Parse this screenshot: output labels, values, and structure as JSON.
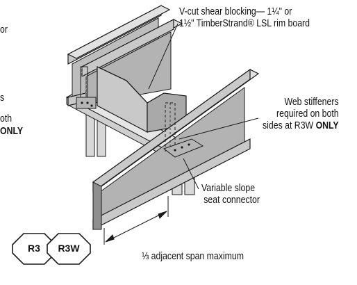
{
  "left_cut": {
    "line1": "or",
    "line2": "s",
    "line3": "oth",
    "line4": "ONLY"
  },
  "labels": {
    "shear_blocking": {
      "line1": "V-cut shear blocking— 1¼\" or",
      "line2": "1½\" TimberStrand® LSL rim board"
    },
    "web_stiffeners": {
      "line1": "Web stiffeners",
      "line2": "required on both",
      "line3_prefix": "sides at R3W ",
      "line3_bold": "ONLY"
    },
    "seat_connector": {
      "line1": "Variable slope",
      "line2": "seat connector"
    },
    "span": "⅓ adjacent span maximum"
  },
  "badges": [
    "R3",
    "R3W"
  ],
  "colors": {
    "member_fill": "#c9c9c9",
    "member_dark": "#9e9e9e",
    "member_light": "#e2e2e2",
    "outline": "#1a1a1a",
    "bracket": "#b5b5b5"
  }
}
